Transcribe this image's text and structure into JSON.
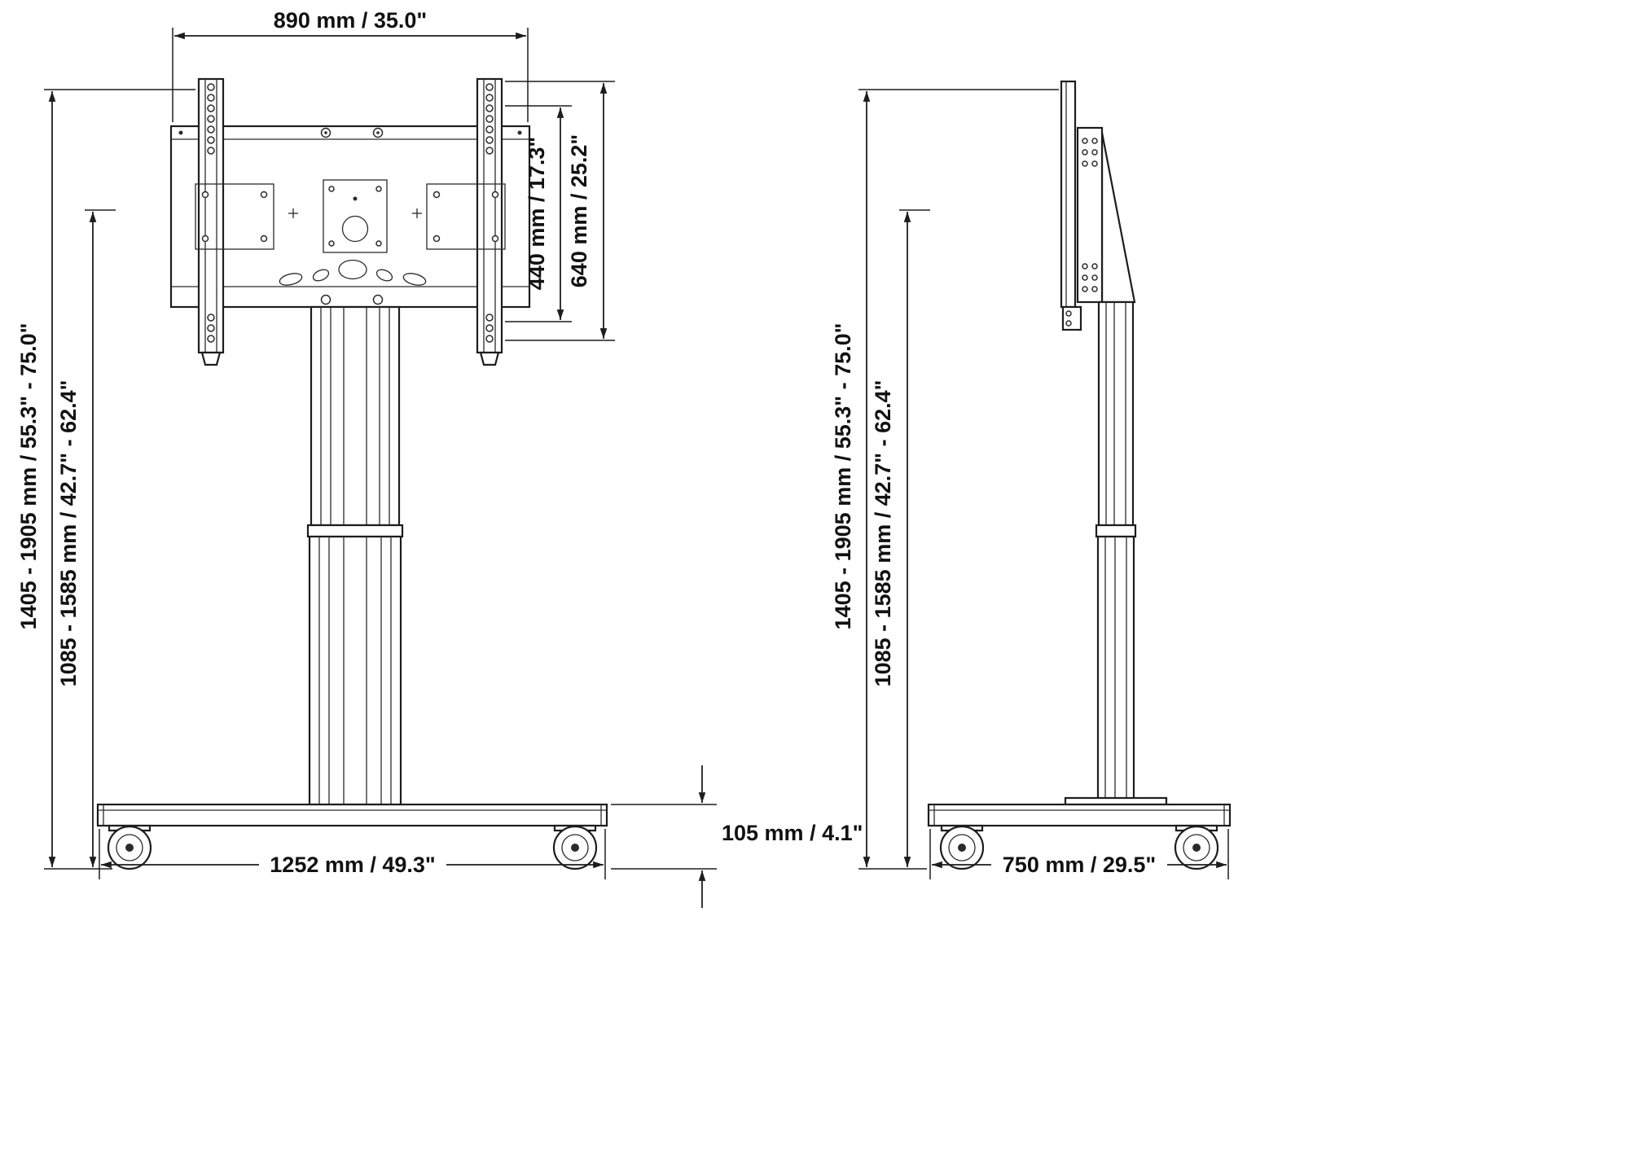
{
  "dimensions": {
    "front": {
      "top_width": "890 mm / 35.0\"",
      "vesa_height": "440 mm / 17.3\"",
      "bracket_height": "640 mm / 25.2\"",
      "height_range_max": "1405 - 1905 mm / 55.3\" - 75.0\"",
      "height_range_center": "1085 - 1585 mm / 42.7\" - 62.4\"",
      "base_width": "1252 mm / 49.3\"",
      "base_height": "105 mm /  4.1\""
    },
    "side": {
      "height_range_max": "1405 - 1905 mm / 55.3\" - 75.0\"",
      "height_range_center": "1085 - 1585 mm / 42.7\" - 62.4\"",
      "base_depth": "750 mm / 29.5\""
    }
  }
}
